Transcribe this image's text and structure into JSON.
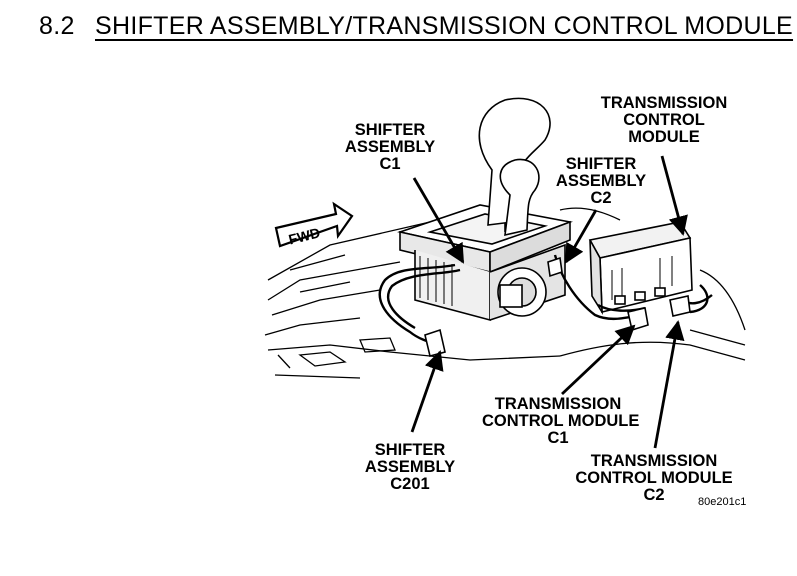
{
  "header": {
    "section_number": "8.2",
    "section_title": "SHIFTER ASSEMBLY/TRANSMISSION CONTROL MODULE"
  },
  "diagram": {
    "fwd_label": "FWD",
    "figure_code": "80e201c1",
    "labels": {
      "tcm": [
        "TRANSMISSION",
        "CONTROL",
        "MODULE"
      ],
      "shifter_c1": [
        "SHIFTER",
        "ASSEMBLY",
        "C1"
      ],
      "shifter_c2": [
        "SHIFTER",
        "ASSEMBLY",
        "C2"
      ],
      "tcm_c1": [
        "TRANSMISSION",
        "CONTROL MODULE",
        "C1"
      ],
      "tcm_c2": [
        "TRANSMISSION",
        "CONTROL MODULE",
        "C2"
      ],
      "shifter_c201": [
        "SHIFTER",
        "ASSEMBLY",
        "C201"
      ]
    }
  }
}
